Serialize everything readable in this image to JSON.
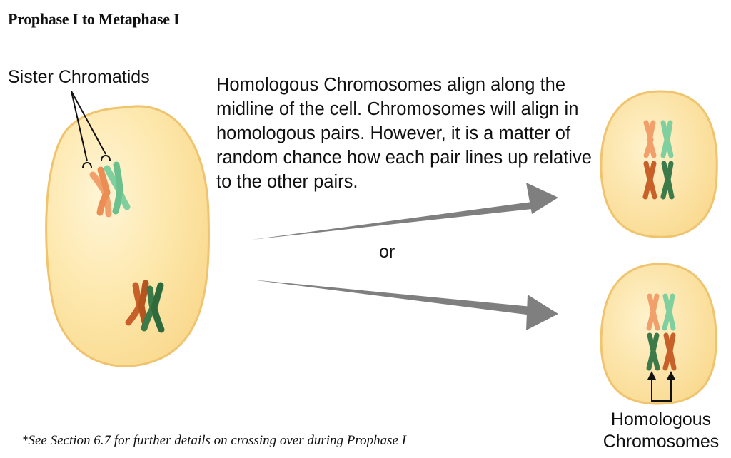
{
  "title": "Prophase I to Metaphase I",
  "labels": {
    "sister_chromatids": "Sister Chromatids",
    "description": "Homologous Chromosomes align along the midline of the cell. Chromosomes will align in homologous pairs. However, it is a matter of random chance how each pair lines up relative to the other pairs.",
    "or": "or",
    "homologous_chromosomes": "Homologous Chromosomes",
    "footnote": "*See Section 6.7  for further details on crossing over during Prophase I"
  },
  "colors": {
    "cell_fill": "#fde6a6",
    "cell_center": "#fff3cf",
    "cell_stroke": "#f1c873",
    "arrow": "#7f7f7f",
    "light_orange": "#f2a06b",
    "light_green": "#7fcf9f",
    "dark_orange": "#c8602a",
    "dark_green": "#3d7a4a"
  }
}
